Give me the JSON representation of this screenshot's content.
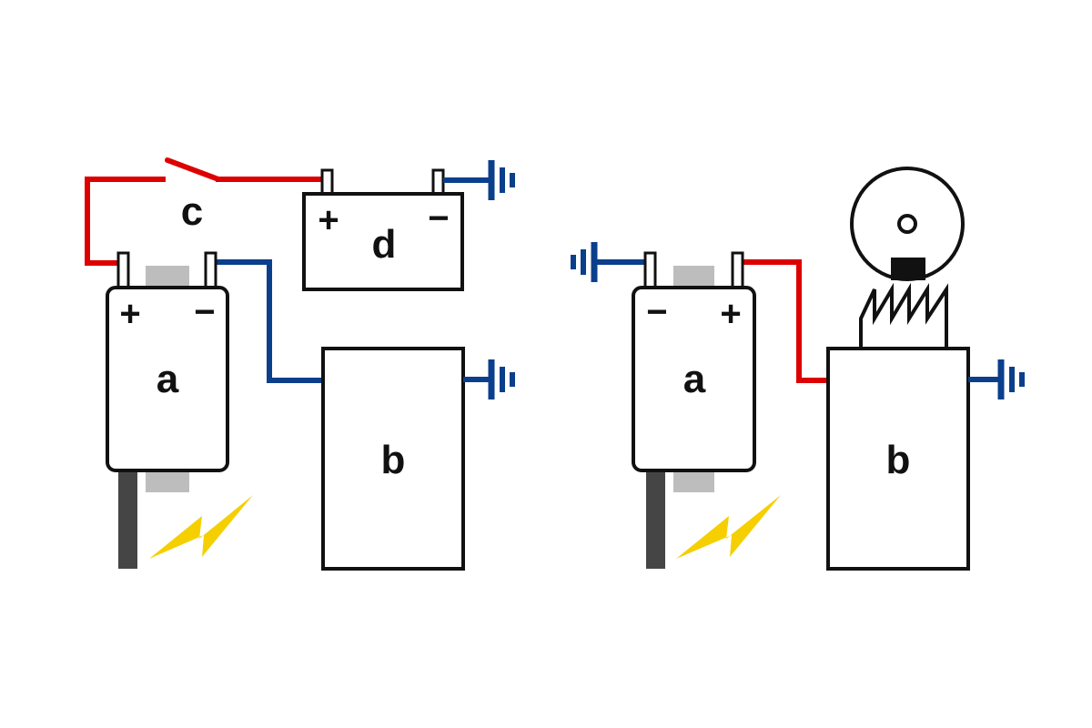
{
  "colors": {
    "positive_wire": "#dd0000",
    "negative_wire": "#0b3f8c",
    "outline": "#111111",
    "bracket": "#bdbdbd",
    "ground_rod": "#454545",
    "spark": "#f5cf00",
    "background": "#ffffff"
  },
  "left_circuit": {
    "module_label": "a",
    "module_plus": "+",
    "module_minus": "−",
    "load_label": "b",
    "switch_label": "c",
    "battery_label": "d",
    "battery_plus": "+",
    "battery_minus": "−",
    "icons": [
      "ground-icon",
      "ground-icon",
      "spark-icon",
      "switch-icon"
    ]
  },
  "right_circuit": {
    "module_label": "a",
    "module_minus": "−",
    "module_plus": "+",
    "load_label": "b",
    "icons": [
      "ground-icon",
      "ground-icon",
      "spark-icon",
      "wheel-icon",
      "spring-icon"
    ]
  }
}
